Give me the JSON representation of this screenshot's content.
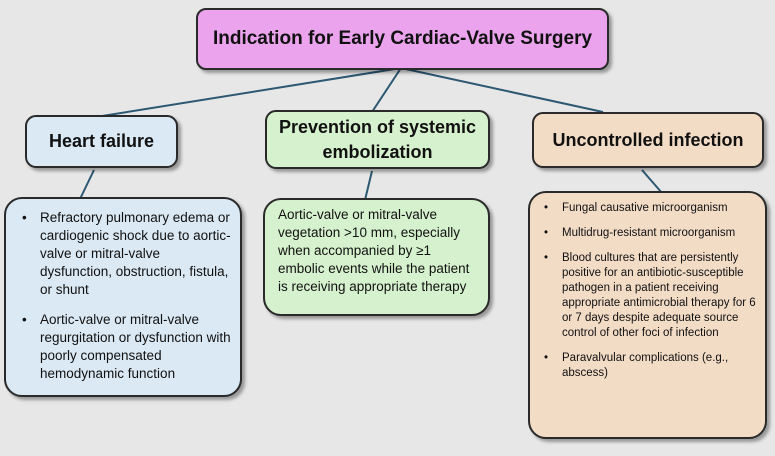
{
  "title": "Indication for Early Cardiac-Valve Surgery",
  "colors": {
    "title_bg": "#eaa3ec",
    "heart_failure_bg": "#dbe9f4",
    "embolization_bg": "#d6f1cd",
    "infection_bg": "#f3dcc6",
    "connector": "#2c5872"
  },
  "branches": [
    {
      "heading": "Heart failure",
      "items": [
        "Refractory pulmonary edema or cardiogenic shock due to aortic-valve or mitral-valve dysfunction, obstruction, fistula, or shunt",
        "Aortic-valve or mitral-valve regurgitation or dysfunction with poorly compensated hemodynamic function"
      ]
    },
    {
      "heading": "Prevention of systemic embolization",
      "text": "Aortic-valve or mitral-valve vegetation >10 mm, especially when accompanied by ≥1 embolic events while the patient is receiving appropriate therapy"
    },
    {
      "heading": "Uncontrolled infection",
      "items": [
        "Fungal causative microorganism",
        "Multidrug-resistant microorganism",
        "Blood cultures that are persistently positive for an antibiotic-susceptible pathogen in a patient receiving appropriate antimicrobial therapy for 6 or 7 days despite adequate source control of other foci of infection",
        "Paravalvular complications (e.g., abscess)"
      ]
    }
  ]
}
